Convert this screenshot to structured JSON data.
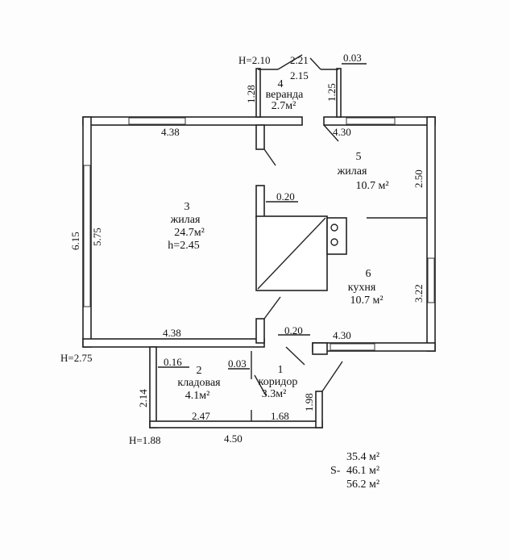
{
  "rooms": [
    {
      "num": "1",
      "name": "коридор",
      "area": "3.3м²"
    },
    {
      "num": "2",
      "name": "кладовая",
      "area": "4.1м²"
    },
    {
      "num": "3",
      "name": "жилая",
      "area": "24.7м²",
      "height": "h=2.45"
    },
    {
      "num": "4",
      "name": "веранда",
      "area": "2.7м²"
    },
    {
      "num": "5",
      "name": "жилая",
      "area": "10.7 м²"
    },
    {
      "num": "6",
      "name": "кухня",
      "area": "10.7 м²"
    }
  ],
  "dimensions": {
    "veranda_h": "H=2.10",
    "veranda_top": "2.21",
    "veranda_inner": "2.15",
    "veranda_off": "0.03",
    "veranda_left": "1.28",
    "veranda_right": "1.25",
    "top_left": "4.38",
    "top_right": "4.30",
    "left_outer": "6.15",
    "left_inner": "5.75",
    "wall_thick_top": "0.20",
    "wall_thick_bottom": "0.20",
    "right_upper": "2.50",
    "right_lower": "3.22",
    "bottom_left": "4.38",
    "bottom_right": "4.30",
    "main_h": "H=2.75",
    "storage_thick": "0.16",
    "storage_off": "0.03",
    "storage_left": "2.14",
    "storage_bottom_left": "2.47",
    "storage_bottom_right": "1.68",
    "corridor_right": "1.98",
    "annex_h": "H=1.88",
    "annex_bottom": "4.50"
  },
  "areas": {
    "prefix": "S-",
    "living": "35.4 м²",
    "total": "46.1 м²",
    "overall": "56.2 м²"
  }
}
